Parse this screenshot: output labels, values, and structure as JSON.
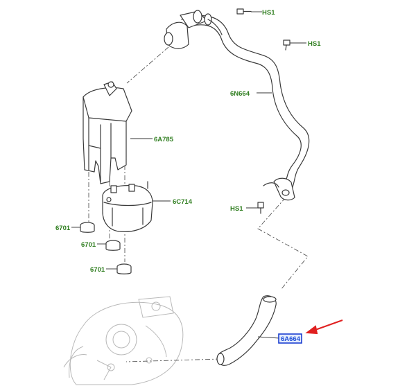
{
  "callouts": {
    "hs1_top": "HS1",
    "hs1_mid": "HS1",
    "hs1_low": "HS1",
    "pipe_6n664": "6N664",
    "reservoir_6a785": "6A785",
    "housing_6c714": "6C714",
    "seal_1": "6701",
    "seal_2": "6701",
    "seal_3": "6701",
    "hose_6a664": "6A664"
  },
  "colors": {
    "callout_text": "#2e7d1e",
    "highlight_text": "#1f4fd6",
    "highlight_box": "#1c3fd0",
    "pointer_arrow": "#e02020"
  }
}
